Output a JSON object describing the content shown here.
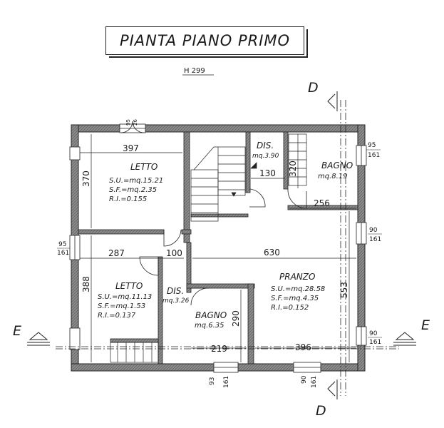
{
  "title": "PIANTA PIANO PRIMO",
  "height_note": "H 299",
  "section_labels": {
    "d_top": "D",
    "d_bottom": "D",
    "e_left": "E",
    "e_right": "E"
  },
  "rooms": [
    {
      "name": "LETTO",
      "lines": [
        "S.U.=mq.15.21",
        "S.F.=mq.2.35",
        "R.I.=0.155"
      ]
    },
    {
      "name": "LETTO",
      "lines": [
        "S.U.=mq.11.13",
        "S.F.=mq.1.53",
        "R.I.=0.137"
      ]
    },
    {
      "name": "DIS.",
      "lines": [
        "mq.3.90"
      ]
    },
    {
      "name": "BAGNO",
      "lines": [
        "mq.8.19"
      ]
    },
    {
      "name": "DIS.",
      "lines": [
        "mq.3.26"
      ]
    },
    {
      "name": "BAGNO",
      "lines": [
        "mq.6.35"
      ]
    },
    {
      "name": "PRANZO",
      "lines": [
        "S.U.=mq.28.58",
        "S.F.=mq.4.35",
        "R.I.=0.152"
      ]
    }
  ],
  "dimensions": {
    "d397": "397",
    "d370": "370",
    "d287": "287",
    "d100": "100",
    "d630": "630",
    "d388": "388",
    "d130": "130",
    "d320": "320",
    "d256": "256",
    "d553": "553",
    "d290": "290",
    "d219": "219",
    "d396": "396"
  },
  "window_tags": {
    "top_window": [
      "95",
      "26"
    ],
    "right_upper": [
      "95",
      "161"
    ],
    "right_middle": [
      "90",
      "161"
    ],
    "left_middle": [
      "95",
      "161"
    ],
    "right_lower": [
      "90",
      "161"
    ],
    "bottom_left": [
      "93",
      "161"
    ],
    "bottom_right": [
      "90",
      "161"
    ]
  }
}
